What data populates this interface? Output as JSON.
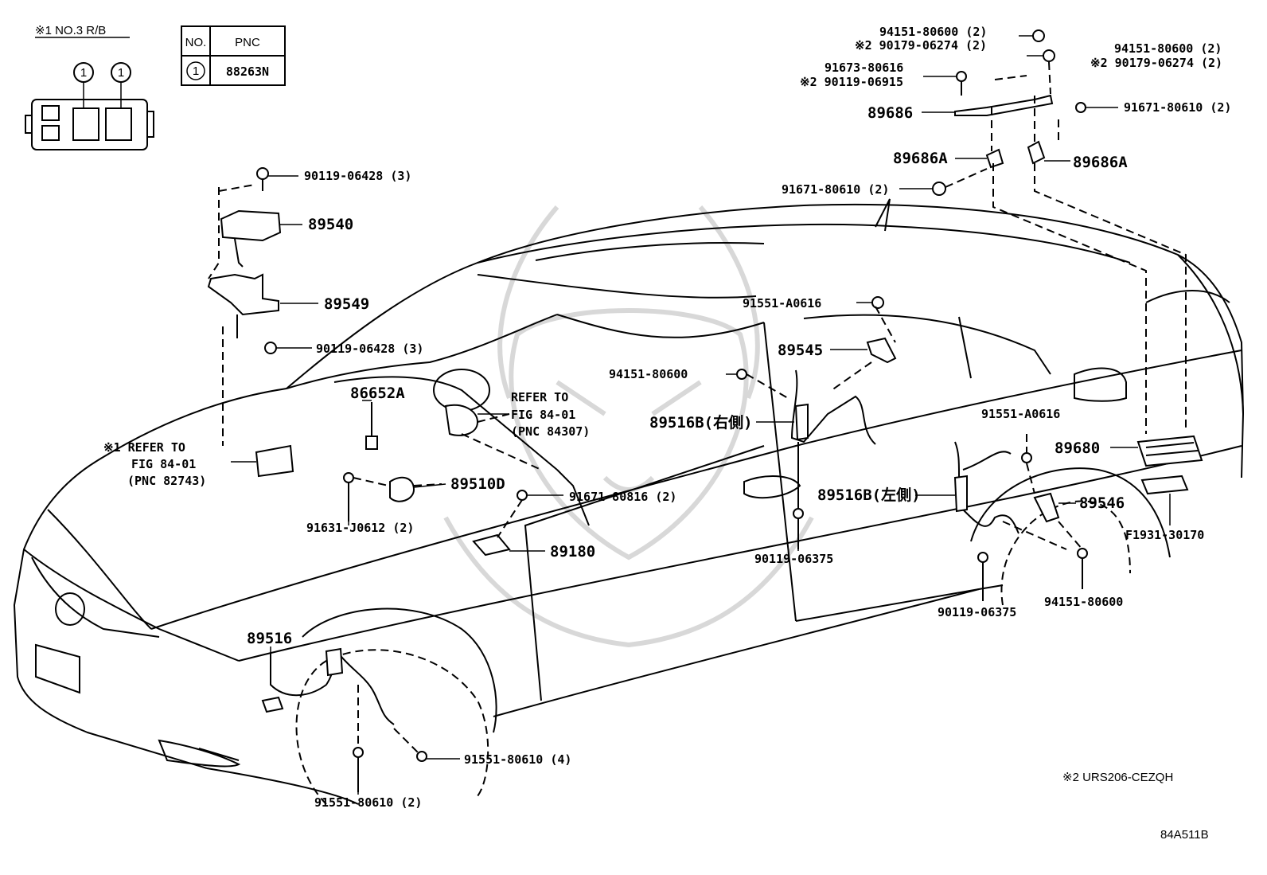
{
  "diagram_code": "84A511B",
  "note2": "※2 URS206-CEZQH",
  "relay_block": {
    "title": "※1 NO.3 R/B",
    "callout": "1"
  },
  "pnc_table": {
    "headers": [
      "NO.",
      "PNC"
    ],
    "rows": [
      {
        "no": "1",
        "pnc": "88263N"
      }
    ]
  },
  "refers": [
    {
      "line1": "※1 REFER TO",
      "line2": "FIG 84-01",
      "line3": "(PNC 82743)"
    },
    {
      "line1": "REFER TO",
      "line2": "FIG 84-01",
      "line3": "(PNC 84307)"
    }
  ],
  "labels": {
    "l94151_80600_2a": "94151-80600 (2)",
    "l90179_06274_2a": "※2 90179-06274 (2)",
    "l94151_80600_2b": "94151-80600 (2)",
    "l90179_06274_2b": "※2 90179-06274 (2)",
    "l91673_80616": "91673-80616",
    "l90119_06915": "※2 90119-06915",
    "l89686": "89686",
    "l91671_80610_2a": "91671-80610 (2)",
    "l89686A_left": "89686A",
    "l89686A_right": "89686A",
    "l91671_80610_2b": "91671-80610 (2)",
    "l90119_06428_top": "90119-06428 (3)",
    "l89540": "89540",
    "l89549": "89549",
    "l90119_06428_bot": "90119-06428 (3)",
    "l91551_A0616_a": "91551-A0616",
    "l89545": "89545",
    "l94151_80600_mid": "94151-80600",
    "l86652A": "86652A",
    "l89516B_right": "89516B(右側)",
    "l91551_A0616_b": "91551-A0616",
    "l89680": "89680",
    "l89510D": "89510D",
    "l91671_80816": "91671-80816 (2)",
    "l89516B_left": "89516B(左側)",
    "l89546": "89546",
    "l91631_J0612": "91631-J0612 (2)",
    "l89180": "89180",
    "l90119_06375_a": "90119-06375",
    "lF1931_30170": "F1931-30170",
    "l94151_80600_low": "94151-80600",
    "l90119_06375_b": "90119-06375",
    "l89516": "89516",
    "l91551_80610_4": "91551-80610 (4)",
    "l91551_80610_2": "91551-80610 (2)"
  }
}
